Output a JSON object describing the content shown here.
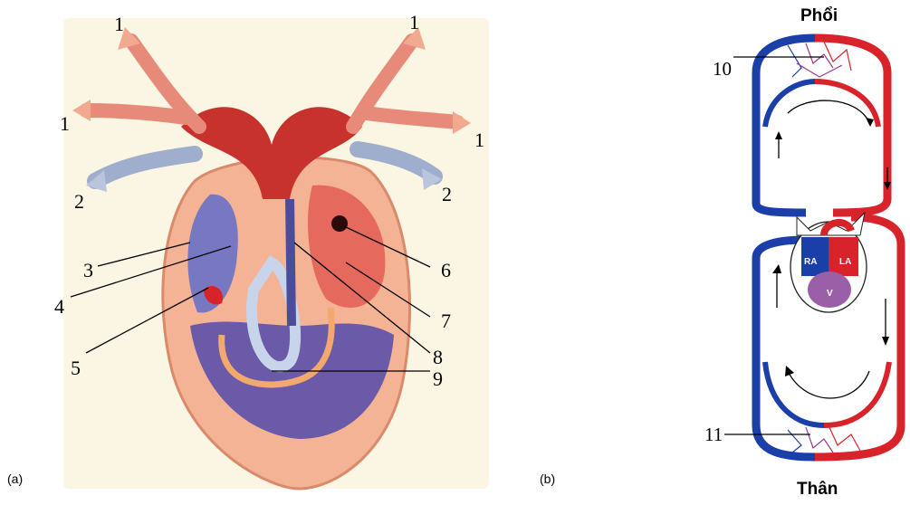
{
  "panel_a": {
    "tag": "(a)",
    "labels": {
      "l1_top_left": "1",
      "l1_top_right": "1",
      "l1_left": "1",
      "l1_right": "1",
      "l2_left": "2",
      "l2_right": "2",
      "l3": "3",
      "l4": "4",
      "l5": "5",
      "l6": "6",
      "l7": "7",
      "l8": "8",
      "l9": "9"
    }
  },
  "panel_b": {
    "tag": "(b)",
    "top_organ": "Phổi",
    "bottom_organ": "Thân",
    "label_10": "10",
    "label_11": "11",
    "ra": "RA",
    "la": "LA",
    "v": "V"
  },
  "colors": {
    "oxygenated": "#d8232a",
    "deoxygenated": "#1a3fa8",
    "ventricle": "#9a5fa6"
  }
}
